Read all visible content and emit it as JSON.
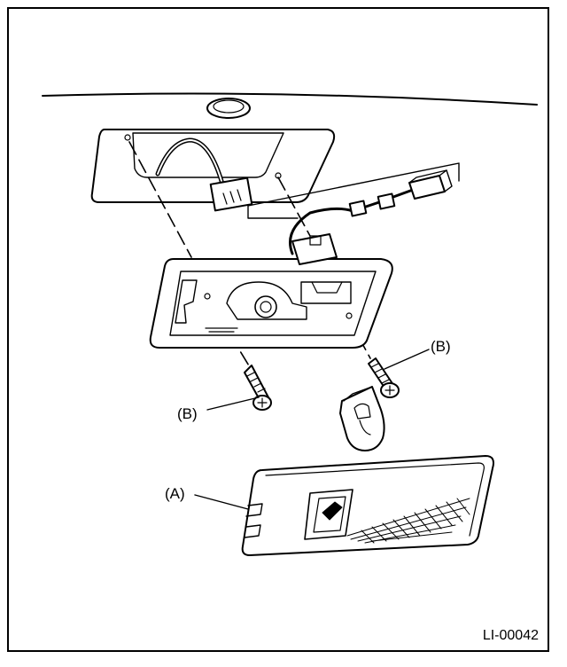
{
  "labels": {
    "A": "(A)",
    "B_right": "(B)",
    "B_left": "(B)"
  },
  "figure_code": "LI-00042"
}
